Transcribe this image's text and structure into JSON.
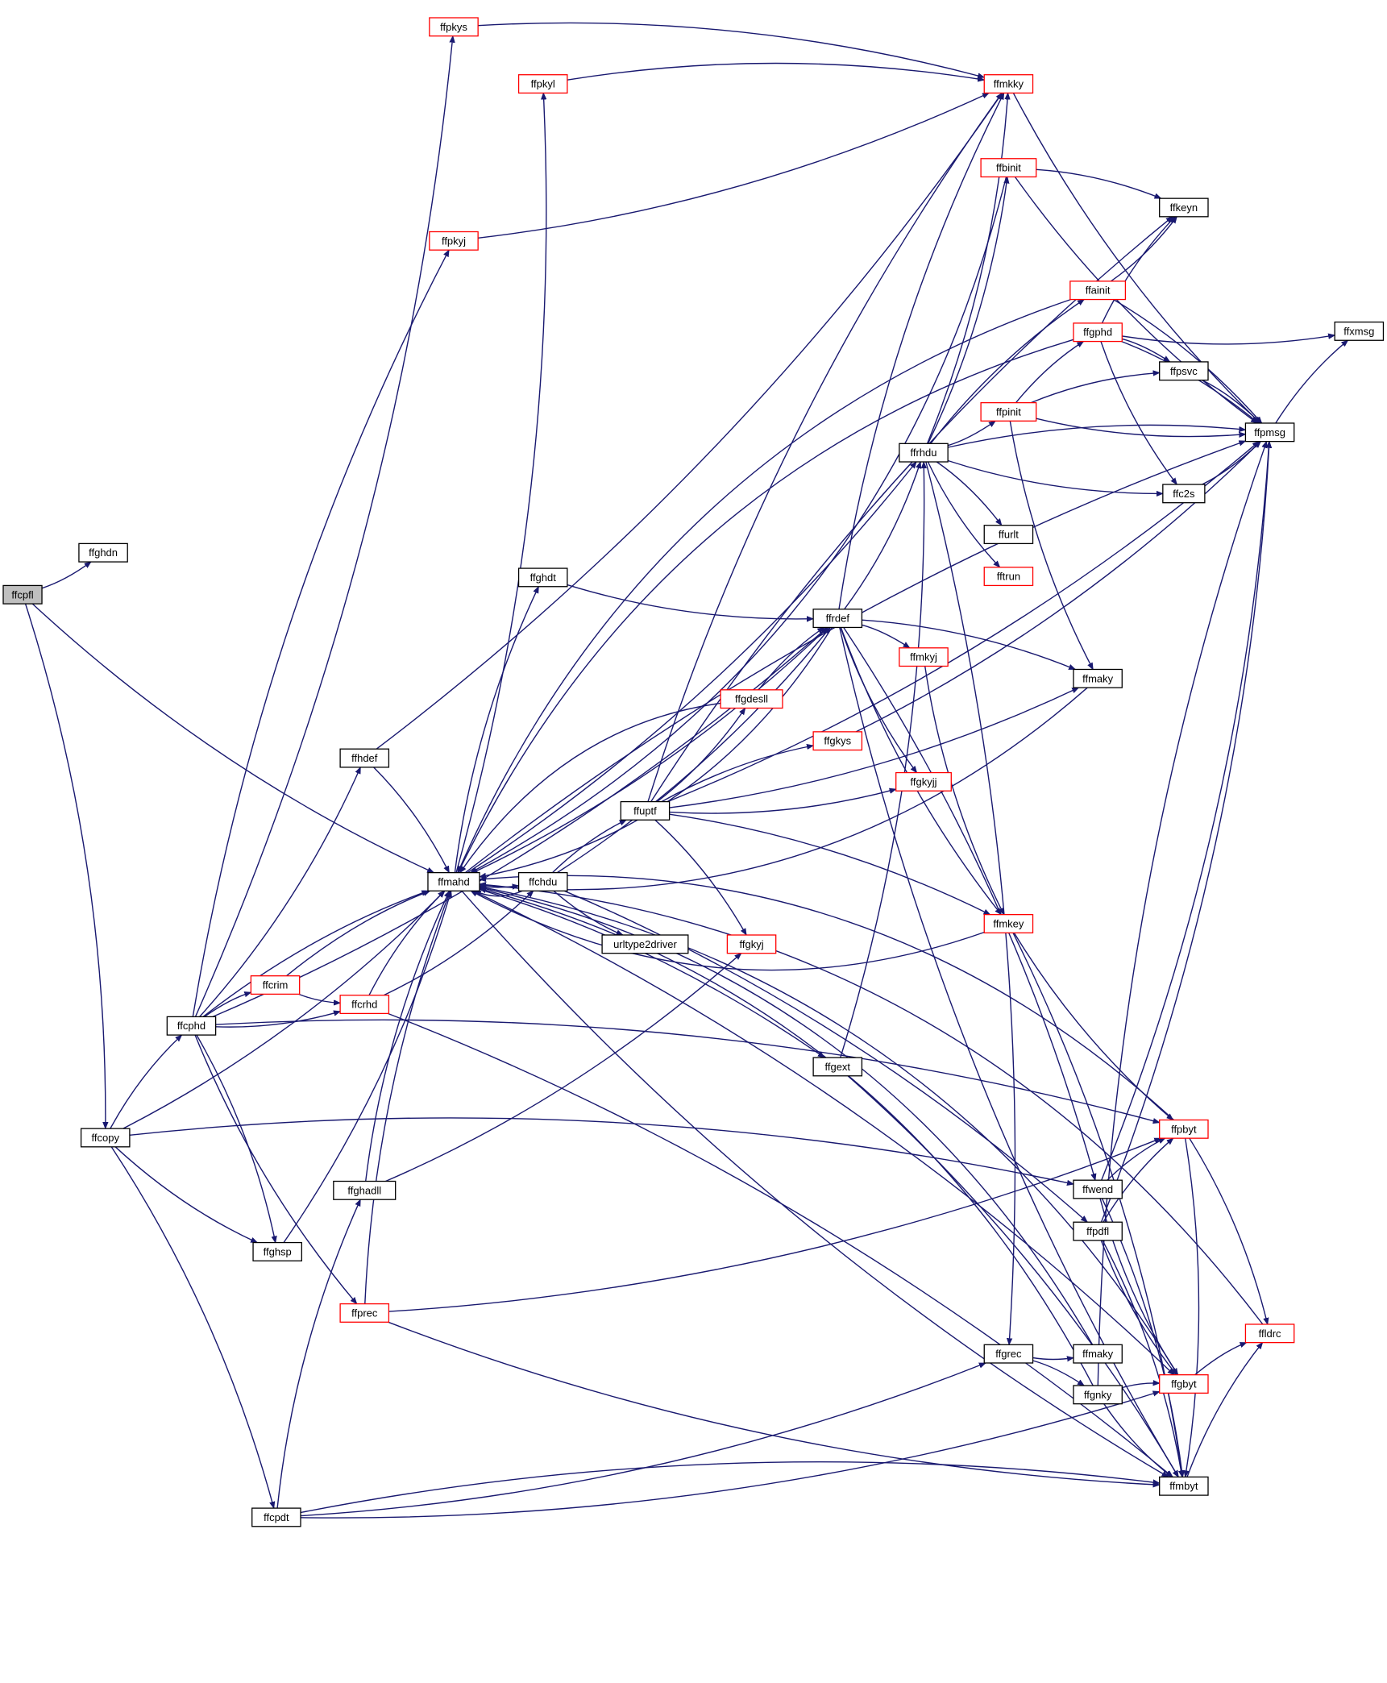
{
  "diagram": {
    "type": "call-graph",
    "colors": {
      "edge": "#191970",
      "node_border": "#000000",
      "node_border_truncated": "#ff0000",
      "root_fill": "#bfbfbf",
      "node_fill": "#ffffff"
    },
    "nodes": [
      {
        "id": "ffcpfl",
        "label": "ffcpfl",
        "style": "root"
      },
      {
        "id": "ffghdn",
        "label": "ffghdn",
        "style": "normal"
      },
      {
        "id": "ffcopy",
        "label": "ffcopy",
        "style": "normal"
      },
      {
        "id": "ffmahd",
        "label": "ffmahd",
        "style": "normal"
      },
      {
        "id": "ffcphd",
        "label": "ffcphd",
        "style": "normal"
      },
      {
        "id": "ffghsp",
        "label": "ffghsp",
        "style": "normal"
      },
      {
        "id": "ffcpdt",
        "label": "ffcpdt",
        "style": "normal"
      },
      {
        "id": "ffpkys",
        "label": "ffpkys",
        "style": "truncated"
      },
      {
        "id": "ffpkyj",
        "label": "ffpkyj",
        "style": "truncated"
      },
      {
        "id": "ffhdef",
        "label": "ffhdef",
        "style": "normal"
      },
      {
        "id": "ffcrim",
        "label": "ffcrim",
        "style": "truncated"
      },
      {
        "id": "ffcrhd",
        "label": "ffcrhd",
        "style": "truncated"
      },
      {
        "id": "ffprec",
        "label": "ffprec",
        "style": "truncated"
      },
      {
        "id": "ffghadll",
        "label": "ffghadll",
        "style": "normal"
      },
      {
        "id": "ffpkyl",
        "label": "ffpkyl",
        "style": "truncated"
      },
      {
        "id": "ffghdt",
        "label": "ffghdt",
        "style": "normal"
      },
      {
        "id": "ffchdu",
        "label": "ffchdu",
        "style": "normal"
      },
      {
        "id": "urltype2driver",
        "label": "urltype2driver",
        "style": "normal"
      },
      {
        "id": "ffuptf",
        "label": "ffuptf",
        "style": "normal"
      },
      {
        "id": "ffgdesll",
        "label": "ffgdesll",
        "style": "truncated"
      },
      {
        "id": "ffgkys",
        "label": "ffgkys",
        "style": "truncated"
      },
      {
        "id": "ffgkyj",
        "label": "ffgkyj",
        "style": "truncated"
      },
      {
        "id": "ffrdef",
        "label": "ffrdef",
        "style": "normal"
      },
      {
        "id": "ffgext",
        "label": "ffgext",
        "style": "normal"
      },
      {
        "id": "ffmkky",
        "label": "ffmkky",
        "style": "truncated"
      },
      {
        "id": "ffbinit",
        "label": "ffbinit",
        "style": "truncated"
      },
      {
        "id": "ffrhdu",
        "label": "ffrhdu",
        "style": "normal"
      },
      {
        "id": "ffmkyj",
        "label": "ffmkyj",
        "style": "truncated"
      },
      {
        "id": "ffgkyjj",
        "label": "ffgkyjj",
        "style": "truncated"
      },
      {
        "id": "ffmkey",
        "label": "ffmkey",
        "style": "truncated"
      },
      {
        "id": "ffpinit",
        "label": "ffpinit",
        "style": "truncated"
      },
      {
        "id": "ffurlt",
        "label": "ffurlt",
        "style": "normal"
      },
      {
        "id": "fftrun",
        "label": "fftrun",
        "style": "truncated"
      },
      {
        "id": "ffgrec",
        "label": "ffgrec",
        "style": "normal"
      },
      {
        "id": "ffkeyn",
        "label": "ffkeyn",
        "style": "normal"
      },
      {
        "id": "ffainit",
        "label": "ffainit",
        "style": "truncated"
      },
      {
        "id": "ffgphd",
        "label": "ffgphd",
        "style": "truncated"
      },
      {
        "id": "ffmaky",
        "label": "ffmaky",
        "style": "normal"
      },
      {
        "id": "ffwend",
        "label": "ffwend",
        "style": "normal"
      },
      {
        "id": "ffpdfl",
        "label": "ffpdfl",
        "style": "normal"
      },
      {
        "id": "ffmaky2",
        "label": "ffmaky",
        "style": "normal"
      },
      {
        "id": "ffgnky",
        "label": "ffgnky",
        "style": "normal"
      },
      {
        "id": "ffpsvc",
        "label": "ffpsvc",
        "style": "normal"
      },
      {
        "id": "ffc2s",
        "label": "ffc2s",
        "style": "normal"
      },
      {
        "id": "ffpmsg",
        "label": "ffpmsg",
        "style": "normal"
      },
      {
        "id": "ffpbyt",
        "label": "ffpbyt",
        "style": "truncated"
      },
      {
        "id": "ffgbyt",
        "label": "ffgbyt",
        "style": "truncated"
      },
      {
        "id": "ffmbyt",
        "label": "ffmbyt",
        "style": "normal"
      },
      {
        "id": "ffldrc",
        "label": "ffldrc",
        "style": "truncated"
      },
      {
        "id": "ffxmsg",
        "label": "ffxmsg",
        "style": "normal"
      }
    ],
    "edges": [
      [
        "ffcpfl",
        "ffghdn"
      ],
      [
        "ffcpfl",
        "ffcopy"
      ],
      [
        "ffcpfl",
        "ffmahd"
      ],
      [
        "ffcopy",
        "ffcphd"
      ],
      [
        "ffcopy",
        "ffghsp"
      ],
      [
        "ffcopy",
        "ffcpdt"
      ],
      [
        "ffcopy",
        "ffmahd"
      ],
      [
        "ffcopy",
        "ffwend"
      ],
      [
        "ffcphd",
        "ffpkys"
      ],
      [
        "ffcphd",
        "ffpkyj"
      ],
      [
        "ffcphd",
        "ffhdef"
      ],
      [
        "ffcphd",
        "ffcrim"
      ],
      [
        "ffcphd",
        "ffcrhd"
      ],
      [
        "ffcphd",
        "ffghsp"
      ],
      [
        "ffcphd",
        "ffprec"
      ],
      [
        "ffcphd",
        "ffmahd"
      ],
      [
        "ffcphd",
        "ffrdef"
      ],
      [
        "ffcphd",
        "ffpbyt"
      ],
      [
        "ffghsp",
        "ffmahd"
      ],
      [
        "ffcrim",
        "ffmahd"
      ],
      [
        "ffcrim",
        "ffcrhd"
      ],
      [
        "ffcrhd",
        "ffmahd"
      ],
      [
        "ffcrhd",
        "ffchdu"
      ],
      [
        "ffcrhd",
        "ffmbyt"
      ],
      [
        "ffprec",
        "ffpbyt"
      ],
      [
        "ffprec",
        "ffmahd"
      ],
      [
        "ffprec",
        "ffmbyt"
      ],
      [
        "ffghadll",
        "ffmahd"
      ],
      [
        "ffghadll",
        "ffgkyj"
      ],
      [
        "ffcpdt",
        "ffghadll"
      ],
      [
        "ffcpdt",
        "ffgrec"
      ],
      [
        "ffcpdt",
        "ffmbyt"
      ],
      [
        "ffcpdt",
        "ffgbyt"
      ],
      [
        "ffhdef",
        "ffmahd"
      ],
      [
        "ffhdef",
        "ffmkky"
      ],
      [
        "ffpkys",
        "ffmkky"
      ],
      [
        "ffpkyj",
        "ffmkky"
      ],
      [
        "ffpkyl",
        "ffmkky"
      ],
      [
        "ffmahd",
        "ffchdu"
      ],
      [
        "ffmahd",
        "ffghdt"
      ],
      [
        "ffmahd",
        "ffpkyl"
      ],
      [
        "ffmahd",
        "ffpmsg"
      ],
      [
        "ffmahd",
        "ffrhdu"
      ],
      [
        "ffmahd",
        "ffgext"
      ],
      [
        "ffmahd",
        "ffmbyt"
      ],
      [
        "ffmahd",
        "ffgbyt"
      ],
      [
        "ffmahd",
        "ffrdef"
      ],
      [
        "ffchdu",
        "ffmahd"
      ],
      [
        "ffchdu",
        "urltype2driver"
      ],
      [
        "ffchdu",
        "ffuptf"
      ],
      [
        "ffchdu",
        "ffrdef"
      ],
      [
        "ffchdu",
        "ffpdfl"
      ],
      [
        "ffghdt",
        "ffrdef"
      ],
      [
        "ffuptf",
        "ffmkky"
      ],
      [
        "ffuptf",
        "ffgdesll"
      ],
      [
        "ffuptf",
        "ffgkys"
      ],
      [
        "ffuptf",
        "ffgkyjj"
      ],
      [
        "ffuptf",
        "ffgkyj"
      ],
      [
        "ffuptf",
        "ffmaky"
      ],
      [
        "ffuptf",
        "ffmkey"
      ],
      [
        "ffuptf",
        "ffpmsg"
      ],
      [
        "ffuptf",
        "ffkeyn"
      ],
      [
        "ffgdesll",
        "ffmahd"
      ],
      [
        "ffgdesll",
        "ffrdef"
      ],
      [
        "ffgkys",
        "ffpmsg"
      ],
      [
        "ffrdef",
        "ffmahd"
      ],
      [
        "ffrdef",
        "ffrhdu"
      ],
      [
        "ffrdef",
        "ffmkyj"
      ],
      [
        "ffrdef",
        "ffgkyjj"
      ],
      [
        "ffrdef",
        "ffmaky"
      ],
      [
        "ffrdef",
        "ffmkey"
      ],
      [
        "ffrdef",
        "ffwend"
      ],
      [
        "ffrdef",
        "ffmbyt"
      ],
      [
        "ffrdef",
        "ffmkky"
      ],
      [
        "ffgext",
        "ffrhdu"
      ],
      [
        "ffgext",
        "ffmbyt"
      ],
      [
        "ffrhdu",
        "ffbinit"
      ],
      [
        "ffrhdu",
        "ffainit"
      ],
      [
        "ffrhdu",
        "ffpinit"
      ],
      [
        "ffrhdu",
        "ffpmsg"
      ],
      [
        "ffrhdu",
        "ffc2s"
      ],
      [
        "ffrhdu",
        "ffurlt"
      ],
      [
        "ffrhdu",
        "fftrun"
      ],
      [
        "ffrhdu",
        "ffgrec"
      ],
      [
        "ffrhdu",
        "ffmkky"
      ],
      [
        "ffbinit",
        "ffkeyn"
      ],
      [
        "ffbinit",
        "ffpmsg"
      ],
      [
        "ffbinit",
        "ffmahd"
      ],
      [
        "ffainit",
        "ffkeyn"
      ],
      [
        "ffainit",
        "ffpmsg"
      ],
      [
        "ffainit",
        "ffmahd"
      ],
      [
        "ffpinit",
        "ffgphd"
      ],
      [
        "ffpinit",
        "ffpmsg"
      ],
      [
        "ffpinit",
        "ffpsvc"
      ],
      [
        "ffpinit",
        "ffmaky"
      ],
      [
        "ffgphd",
        "ffkeyn"
      ],
      [
        "ffgphd",
        "ffxmsg"
      ],
      [
        "ffgphd",
        "ffpsvc"
      ],
      [
        "ffgphd",
        "ffc2s"
      ],
      [
        "ffgphd",
        "ffpmsg"
      ],
      [
        "ffgphd",
        "ffmahd"
      ],
      [
        "ffmaky",
        "ffmahd"
      ],
      [
        "ffmkyj",
        "ffmkey"
      ],
      [
        "ffmkey",
        "ffmahd"
      ],
      [
        "ffmkey",
        "ffpbyt"
      ],
      [
        "ffmkey",
        "ffmbyt"
      ],
      [
        "ffgrec",
        "ffmaky2"
      ],
      [
        "ffgrec",
        "ffgnky"
      ],
      [
        "ffmaky2",
        "ffmahd"
      ],
      [
        "ffgnky",
        "ffgbyt"
      ],
      [
        "ffgnky",
        "ffmbyt"
      ],
      [
        "ffgnky",
        "ffpmsg"
      ],
      [
        "ffgnky",
        "ffmahd"
      ],
      [
        "ffwend",
        "ffpbyt"
      ],
      [
        "ffwend",
        "ffgbyt"
      ],
      [
        "ffwend",
        "ffmbyt"
      ],
      [
        "ffwend",
        "ffpmsg"
      ],
      [
        "ffpdfl",
        "ffpbyt"
      ],
      [
        "ffpdfl",
        "ffgbyt"
      ],
      [
        "ffpdfl",
        "ffmbyt"
      ],
      [
        "ffpdfl",
        "ffpmsg"
      ],
      [
        "ffpsvc",
        "ffpmsg"
      ],
      [
        "ffc2s",
        "ffpmsg"
      ],
      [
        "ffpmsg",
        "ffxmsg"
      ],
      [
        "ffmkky",
        "ffpmsg"
      ],
      [
        "ffpbyt",
        "ffldrc"
      ],
      [
        "ffpbyt",
        "ffmahd"
      ],
      [
        "ffgbyt",
        "ffldrc"
      ],
      [
        "ffgbyt",
        "ffmahd"
      ],
      [
        "ffmbyt",
        "ffldrc"
      ],
      [
        "ffldrc",
        "ffmahd"
      ],
      [
        "ffpbyt",
        "ffmbyt"
      ]
    ]
  }
}
